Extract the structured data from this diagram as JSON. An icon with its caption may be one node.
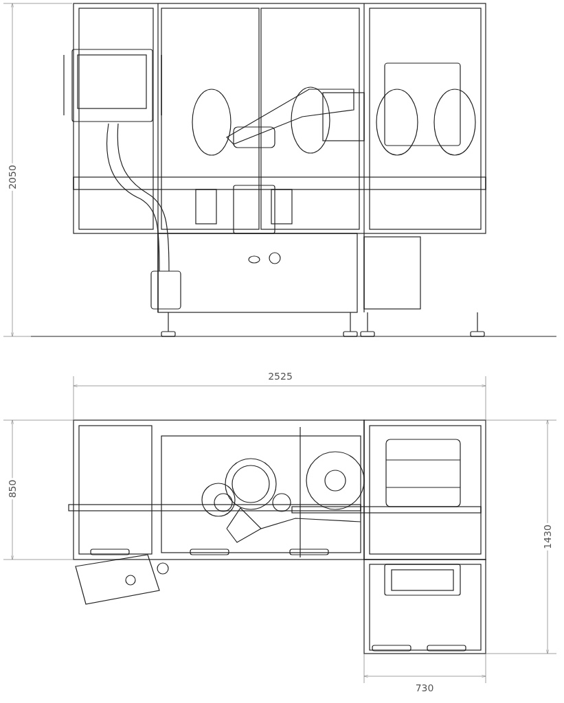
{
  "diagram": {
    "labels": [
      "2050",
      "2525",
      "850",
      "1430",
      "730"
    ]
  }
}
